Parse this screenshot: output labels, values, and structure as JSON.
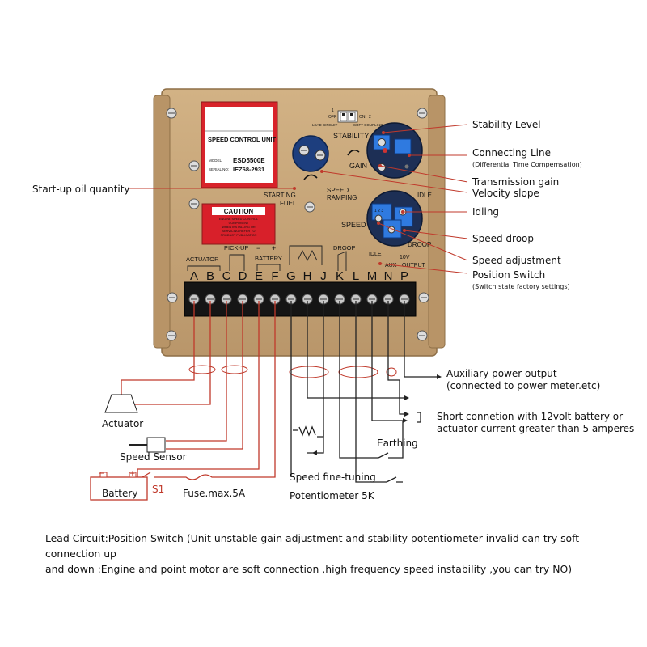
{
  "unit": {
    "product_label": "SPEED CONTROL UNIT",
    "model_key": "MODEL:",
    "model": "ESD5500E",
    "serial_key": "SERIAL NO:",
    "serial": "IEZ68-2931",
    "caution": "CAUTION",
    "caution_text": [
      "ENGINE SPEED CONTROL",
      "COMPONENT",
      "WHEN INSTALLING OR",
      "SERVICING REFER TO",
      "PRODUCT PUBLICATION"
    ],
    "switch_labels": {
      "lead_circuit": "LEAD CIRCUIT",
      "soft_coupling": "SOFT COUPLING",
      "off": "OFF",
      "on": "ON",
      "one": "1",
      "two": "2"
    },
    "pcb_labels": {
      "stability": "STABILITY",
      "gain": "GAIN",
      "starting_fuel": "STARTING",
      "starting_fuel_2": "FUEL",
      "speed_ramping": "SPEED",
      "speed_ramping_2": "RAMPING",
      "speed": "SPEED",
      "idle_top": "IDLE",
      "droop_pot": "DROOP",
      "actuator": "ACTUATOR",
      "pick_up": "PICK-UP",
      "battery": "BATTERY",
      "minus": "−",
      "plus": "+",
      "droop": "DROOP",
      "idle": "IDLE",
      "aux": "AUX",
      "output": "OUTPUT",
      "ten_v": "10V",
      "pot_dial": "1 2 3"
    },
    "terminals": [
      "A",
      "B",
      "C",
      "D",
      "E",
      "F",
      "G",
      "H",
      "J",
      "K",
      "L",
      "M",
      "N",
      "P"
    ]
  },
  "callouts_right": [
    {
      "title": "Stability Level",
      "sub": ""
    },
    {
      "title": "Connecting Line",
      "sub": "(Differential Time Compemsation)"
    },
    {
      "title": "Transmission gain",
      "sub": ""
    },
    {
      "title": "Velocity  slope",
      "sub": ""
    },
    {
      "title": "Idling",
      "sub": ""
    },
    {
      "title": "Speed droop",
      "sub": ""
    },
    {
      "title": "Speed adjustment",
      "sub": ""
    },
    {
      "title": "Position Switch",
      "sub": "(Switch state factory settings)"
    }
  ],
  "callout_left": "Start-up oil quantity",
  "wiring_labels": {
    "actuator": "Actuator",
    "speed_sensor": "Speed Sensor",
    "battery": "Battery",
    "s1": "S1",
    "fuse": "Fuse.max.5A",
    "speed_fine_tuning": "Speed fine-tuning",
    "potentiometer": "Potentiometer 5K",
    "earthing": "Earthing",
    "aux_power": "Auxiliary power output",
    "aux_power_2": "(connected to power meter.etc)",
    "short_conn": "Short connetion with 12volt battery or",
    "short_conn_2": "actuator current greater than 5 amperes",
    "battery_minus": "−",
    "battery_plus": "+"
  },
  "note": {
    "line1": "Lead Circuit:Position Switch (Unit unstable  gain adjustment and stability potentiometer invalid can try soft connection up",
    "line2": "and down :Engine and point motor are soft connection ,high frequency speed instability ,you can try NO)"
  },
  "colors": {
    "housing": "#c9a77a",
    "housing_dark": "#a8865a",
    "wire_red": "#c0392b",
    "pot_blue": "#1f5fbf",
    "terminal_black": "#1a1a1a",
    "caution_red": "#d8202a"
  }
}
